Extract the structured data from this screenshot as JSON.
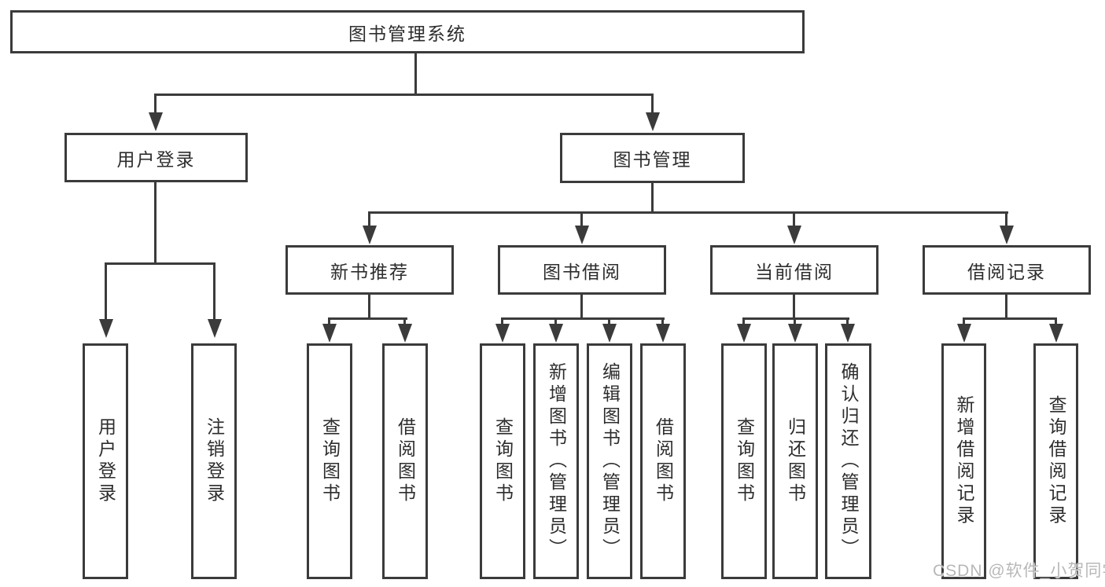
{
  "tree": {
    "root": {
      "label": "图书管理系统"
    },
    "children": [
      {
        "label": "用户登录",
        "children": [
          {
            "label": "用户登录"
          },
          {
            "label": "注销登录"
          }
        ]
      },
      {
        "label": "图书管理",
        "children": [
          {
            "label": "新书推荐",
            "children": [
              {
                "label": "查询图书"
              },
              {
                "label": "借阅图书"
              }
            ]
          },
          {
            "label": "图书借阅",
            "children": [
              {
                "label": "查询图书"
              },
              {
                "label": "新增图书（管理员）"
              },
              {
                "label": "编辑图书（管理员）"
              },
              {
                "label": "借阅图书"
              }
            ]
          },
          {
            "label": "当前借阅",
            "children": [
              {
                "label": "查询图书"
              },
              {
                "label": "归还图书"
              },
              {
                "label": "确认归还（管理员）"
              }
            ]
          },
          {
            "label": "借阅记录",
            "children": [
              {
                "label": "新增借阅记录"
              },
              {
                "label": "查询借阅记录"
              }
            ]
          }
        ]
      }
    ]
  },
  "watermark": {
    "text": "CSDN @软件_小贺同学"
  },
  "colors": {
    "border": "#3b3b3b",
    "text": "#2d2d2d",
    "watermark": "#b8b8b8",
    "background": "#ffffff"
  }
}
